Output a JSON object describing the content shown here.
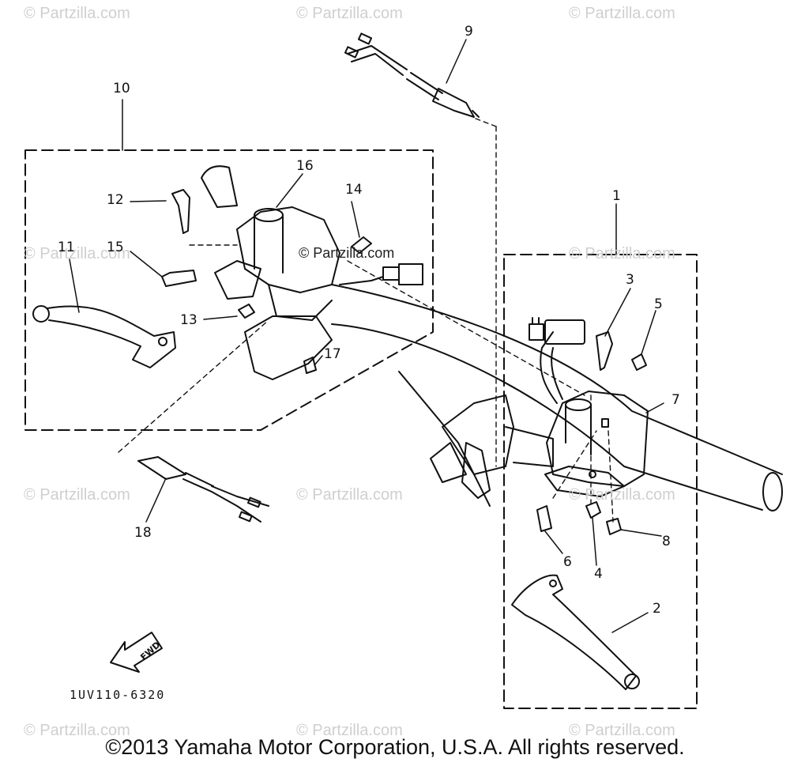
{
  "watermarks": {
    "text": "© Partzilla.com",
    "center_text": "© Partzilla.com"
  },
  "callouts": {
    "c1": "1",
    "c2": "2",
    "c3": "3",
    "c4": "4",
    "c5": "5",
    "c6": "6",
    "c7": "7",
    "c8": "8",
    "c9": "9",
    "c10": "10",
    "c11": "11",
    "c12": "12",
    "c13": "13",
    "c14": "14",
    "c15": "15",
    "c16": "16",
    "c17": "17",
    "c18": "18"
  },
  "fwd_label": "FWD",
  "part_code": "1UV110-6320",
  "copyright": "©2013 Yamaha Motor Corporation, U.S.A. All rights reserved.",
  "colors": {
    "ink": "#111111",
    "watermark": "#cfcfcf",
    "background": "#ffffff"
  }
}
